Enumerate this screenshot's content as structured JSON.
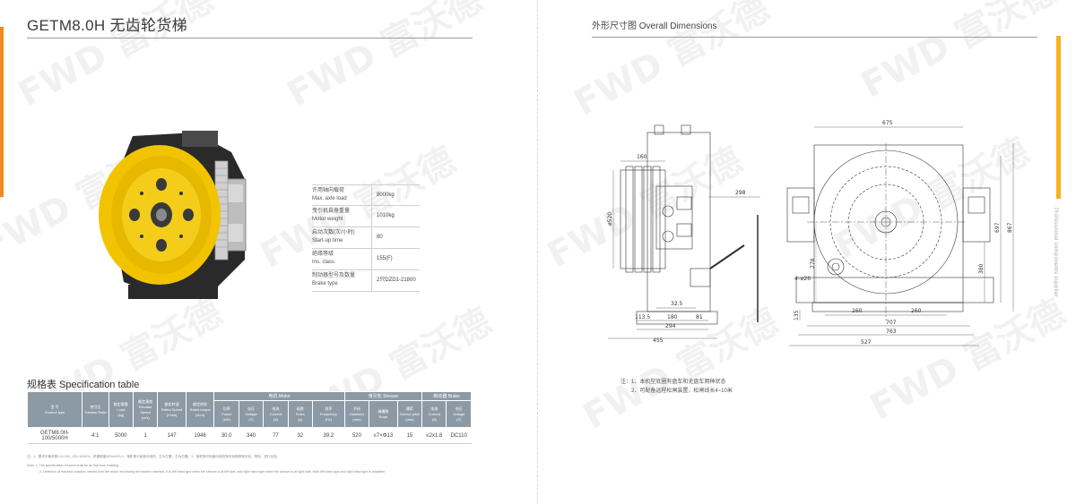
{
  "left_page": {
    "title": "GETM8.0H 无齿轮货梯",
    "specs": [
      {
        "label_cn": "许用轴向载荷",
        "label_en": "Max. axle load",
        "value": "8000kg"
      },
      {
        "label_cn": "曳引机自身重量",
        "label_en": "Motor weight",
        "value": "1010kg"
      },
      {
        "label_cn": "启动次数(次/小时)",
        "label_en": "Start-up time",
        "value": "80"
      },
      {
        "label_cn": "绝缘等级",
        "label_en": "Ins. class",
        "value": "155(F)"
      },
      {
        "label_cn": "制动器型号及数量",
        "label_en": "Brake type",
        "value": "2只DZD1-21800"
      }
    ],
    "table_title": "规格表 Specification table",
    "table": {
      "group_headers": {
        "motor": "电机 Motor",
        "sheave": "曳引轮 Sheave",
        "brake": "制动器 Brake"
      },
      "columns": [
        {
          "cn": "型  号",
          "en": "Product type"
        },
        {
          "cn": "曳引比",
          "en": "Traction Ratio"
        },
        {
          "cn": "额定载重",
          "en": "Load",
          "unit": "(kg)"
        },
        {
          "cn": "额定速度",
          "en": "Elevator Speed",
          "unit": "(m/s)"
        },
        {
          "cn": "额定转速",
          "en": "Rated Speed",
          "unit": "(r/min)"
        },
        {
          "cn": "额定转矩",
          "en": "Rated torque",
          "unit": "(N.m)"
        },
        {
          "cn": "功率",
          "en": "Power",
          "unit": "(kW)"
        },
        {
          "cn": "电压",
          "en": "Voltage",
          "unit": "(V)"
        },
        {
          "cn": "电流",
          "en": "Current",
          "unit": "(A)"
        },
        {
          "cn": "极数",
          "en": "Poles",
          "unit": "(p)"
        },
        {
          "cn": "频率",
          "en": "Frequency",
          "unit": "(Hz)"
        },
        {
          "cn": "节径",
          "en": "Diameter",
          "unit": "(mm)"
        },
        {
          "cn": "绳槽数",
          "en": "Rope"
        },
        {
          "cn": "槽距",
          "en": "Groove pitch",
          "unit": "(mm)"
        },
        {
          "cn": "电流",
          "en": "Current",
          "unit": "(A)"
        },
        {
          "cn": "电压",
          "en": "Voltage",
          "unit": "(V)"
        }
      ],
      "row": [
        "GETM8.0H-100/5000H",
        "4:1",
        "5000",
        "1",
        "147",
        "1946",
        "30.0",
        "340",
        "77",
        "32",
        "39.2",
        "520",
        "≤7×Φ13",
        "15",
        "≤2x1.8",
        "DC110"
      ]
    },
    "notes": [
      "注：1、要求平衡系数0.4-0.45，ED=1/240%，称重精度30%±10% 2、轴机曳引轮面向电机，左为左置，右为右置。3、轴机曳引轮面向电机曳引轮轴侧曳引轮，带轮，进行比较。",
      "Note: 1. The specification of brand shall be as that from Hoisting.",
      "2. Definition of machine position: viewed from the motor end facing the traction machine, it is left hand type when the sheave is at left side, and right hand type when the sheave is at right side.  Both left hand type and right hand type is available."
    ]
  },
  "right_page": {
    "title": "外形尺寸图  Overall Dimensions",
    "side_text": "Professional components supplier",
    "dimensions": {
      "d160": "160",
      "d298": "298",
      "d520": "ø520",
      "d32_5": "32.5",
      "d113_5": "113.5",
      "d180": "180",
      "d81": "81",
      "d294": "294",
      "d455": "455",
      "d675": "675",
      "d697": "697",
      "d867": "867",
      "d278": "278",
      "d380": "380",
      "d4_26": "4–ø26",
      "d135": "135",
      "d260a": "260",
      "d260b": "260",
      "d707": "707",
      "d763": "763",
      "d527": "527"
    },
    "notes": [
      "注：1、本机型底圈有盘车和无盘车两种状态",
      "2、可配备远程松闸装置，松闸线长4~10米"
    ]
  },
  "watermark": "FWD 富沃德"
}
